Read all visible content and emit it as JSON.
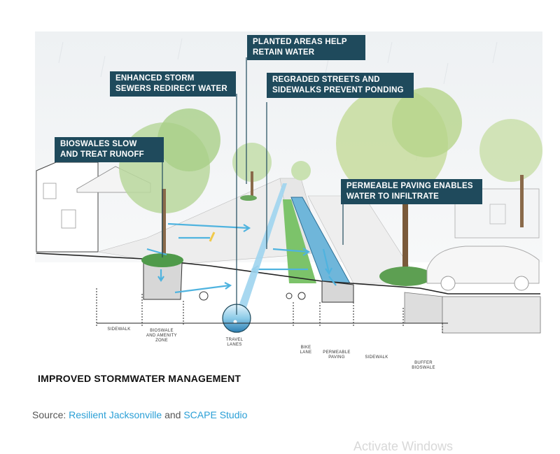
{
  "callouts": {
    "planted": "PLANTED AREAS HELP\nRETAIN WATER",
    "storm": "ENHANCED STORM\nSEWERS REDIRECT WATER",
    "regraded": "REGRADED STREETS AND\nSIDEWALKS PREVENT PONDING",
    "bioswales": "BIOSWALES SLOW\nAND TREAT RUNOFF",
    "permeable": "PERMEABLE PAVING ENABLES\nWATER TO INFILTRATE"
  },
  "zones": {
    "sidewalk_left": "SIDEWALK",
    "bioswale_amenity": "BIOSWALE\nAND AMENITY\nZONE",
    "travel_lanes": "TRAVEL\nLANES",
    "bike_lane": "BIKE\nLANE",
    "permeable_paving": "PERMEABLE\nPAVING",
    "sidewalk_right": "SIDEWALK",
    "buffer_bioswale": "BUFFER\nBIOSWALE"
  },
  "title": "IMPROVED STORMWATER MANAGEMENT",
  "source": {
    "prefix": "Source: ",
    "link1": "Resilient Jacksonville",
    "middle": " and ",
    "link2": "SCAPE Studio"
  },
  "watermark": "Activate Windows",
  "colors": {
    "callout_bg": "#1f4a5c",
    "water": "#4fb3df",
    "bike_lane": "#7cc36a",
    "link": "#2a9fd6"
  }
}
